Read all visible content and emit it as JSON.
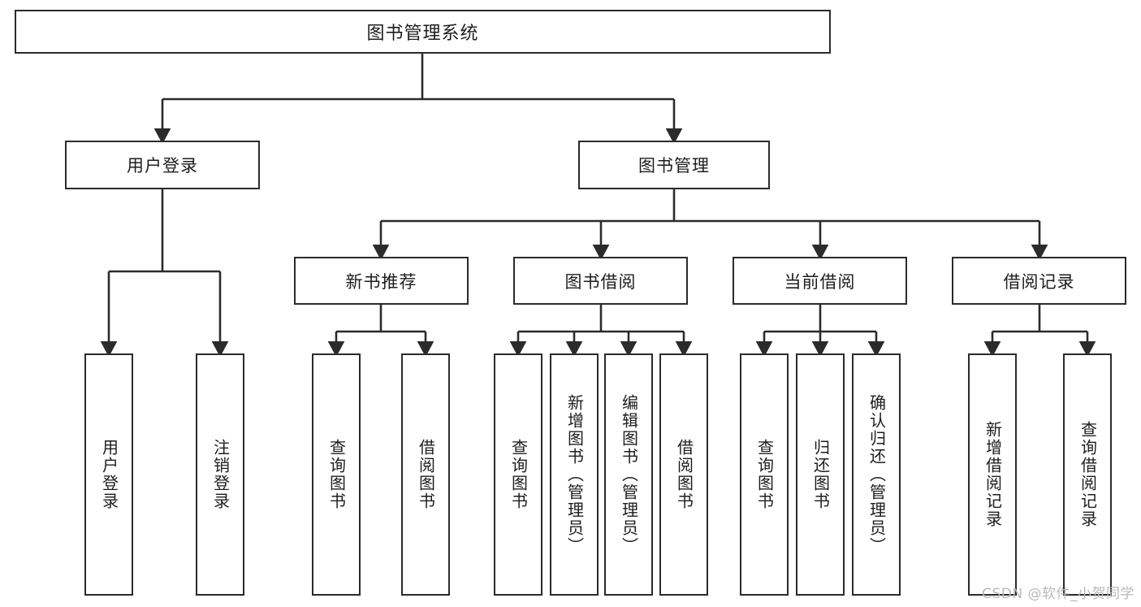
{
  "diagram": {
    "title": "图书管理系统",
    "watermark": "CSDN @软件_小贺同学",
    "line_color": "#2b2b2b",
    "box_fill": "#ffffff",
    "text_color": "#1d1d1d",
    "watermark_color": "#b9b9b9",
    "root": {
      "label": "图书管理系统"
    },
    "level2": [
      {
        "label": "用户登录"
      },
      {
        "label": "图书管理"
      }
    ],
    "level3": [
      {
        "label": "新书推荐"
      },
      {
        "label": "图书借阅"
      },
      {
        "label": "当前借阅"
      },
      {
        "label": "借阅记录"
      }
    ],
    "leaves": {
      "user_login": [
        {
          "label": "用户登录"
        },
        {
          "label": "注销登录"
        }
      ],
      "new_book_recommend": [
        {
          "label": "查询图书"
        },
        {
          "label": "借阅图书"
        }
      ],
      "book_borrow": [
        {
          "label": "查询图书"
        },
        {
          "label": "新增图书（管理员）"
        },
        {
          "label": "编辑图书（管理员）"
        },
        {
          "label": "借阅图书"
        }
      ],
      "current_borrow": [
        {
          "label": "查询图书"
        },
        {
          "label": "归还图书"
        },
        {
          "label": "确认归还（管理员）"
        }
      ],
      "borrow_record": [
        {
          "label": "新增借阅记录"
        },
        {
          "label": "查询借阅记录"
        }
      ]
    }
  }
}
